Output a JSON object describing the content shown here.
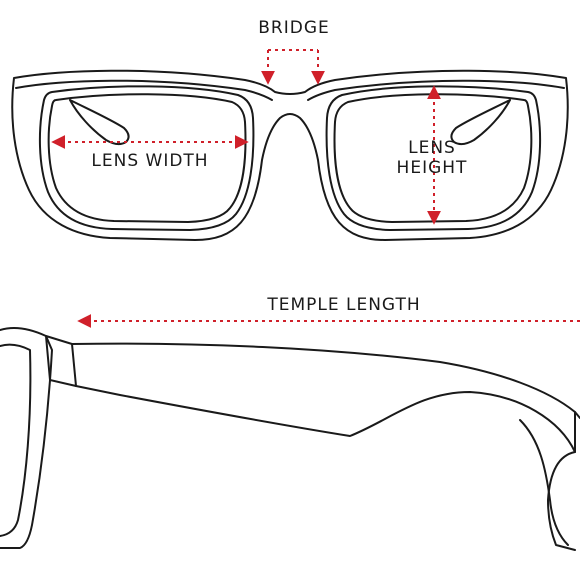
{
  "labels": {
    "bridge": "BRIDGE",
    "lens_width": "LENS WIDTH",
    "lens_height_line1": "LENS",
    "lens_height_line2": "HEIGHT",
    "temple_length": "TEMPLE LENGTH"
  },
  "colors": {
    "outline": "#1a1a1a",
    "measurement": "#d0202a",
    "background": "#ffffff"
  }
}
